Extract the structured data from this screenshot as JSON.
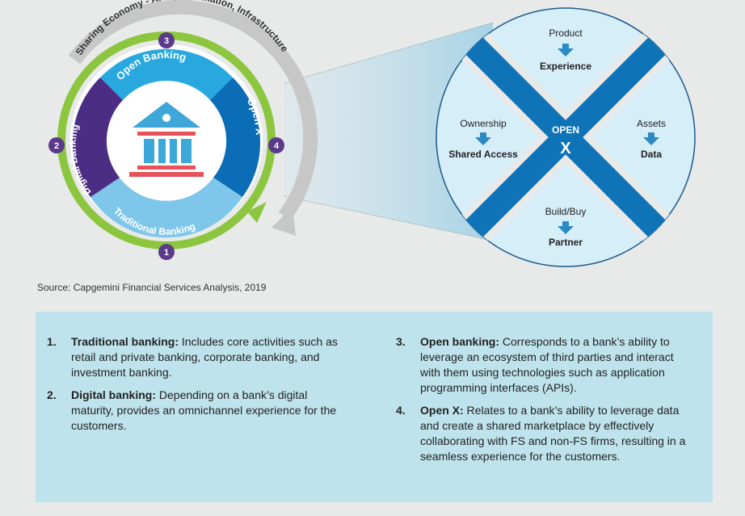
{
  "diagram": {
    "outer_arc_label": "Sharing Economy - APIS, Information, Infrastructure",
    "rings": {
      "open_banking": "Open Banking",
      "digital_banking": "Digital Banking",
      "open_x": "Open X",
      "traditional_banking": "Traditional Banking"
    },
    "badges": [
      "1",
      "2",
      "3",
      "4"
    ],
    "open_x": {
      "center_top": "OPEN",
      "center_bottom": "X",
      "top": {
        "from": "Product",
        "to": "Experience"
      },
      "left": {
        "from": "Ownership",
        "to": "Shared Access"
      },
      "right": {
        "from": "Assets",
        "to": "Data"
      },
      "bottom": {
        "from": "Build/Buy",
        "to": "Partner"
      }
    },
    "colors": {
      "green": "#8cc63f",
      "gray": "#c7c7c7",
      "light_blue": "#29a8e0",
      "dark_blue": "#0a6db5",
      "purple": "#4b2d83",
      "pale_blue": "#d6eef8",
      "bank_blue": "#3ea7d9",
      "bank_red": "#e8525a",
      "badge_purple": "#5b3a8c",
      "cross_blue": "#0f73b8"
    }
  },
  "source": "Source: Capgemini Financial Services Analysis, 2019",
  "items": [
    {
      "num": "1.",
      "term": "Traditional banking:",
      "text": " Includes core activities such as retail and private banking, corporate banking, and investment banking."
    },
    {
      "num": "2.",
      "term": "Digital banking:",
      "text": " Depending on a bank’s digital maturity, provides an omnichannel experience for the customers."
    },
    {
      "num": "3.",
      "term": "Open banking:",
      "text": " Corresponds to a bank’s ability to leverage an ecosystem of third parties and interact with them using technologies such as application programming interfaces (APIs)."
    },
    {
      "num": "4.",
      "term": "Open X:",
      "text": " Relates to a bank’s ability to leverage data and create a shared marketplace by effectively collaborating with FS and non-FS firms, resulting in a seamless experience for the customers."
    }
  ]
}
